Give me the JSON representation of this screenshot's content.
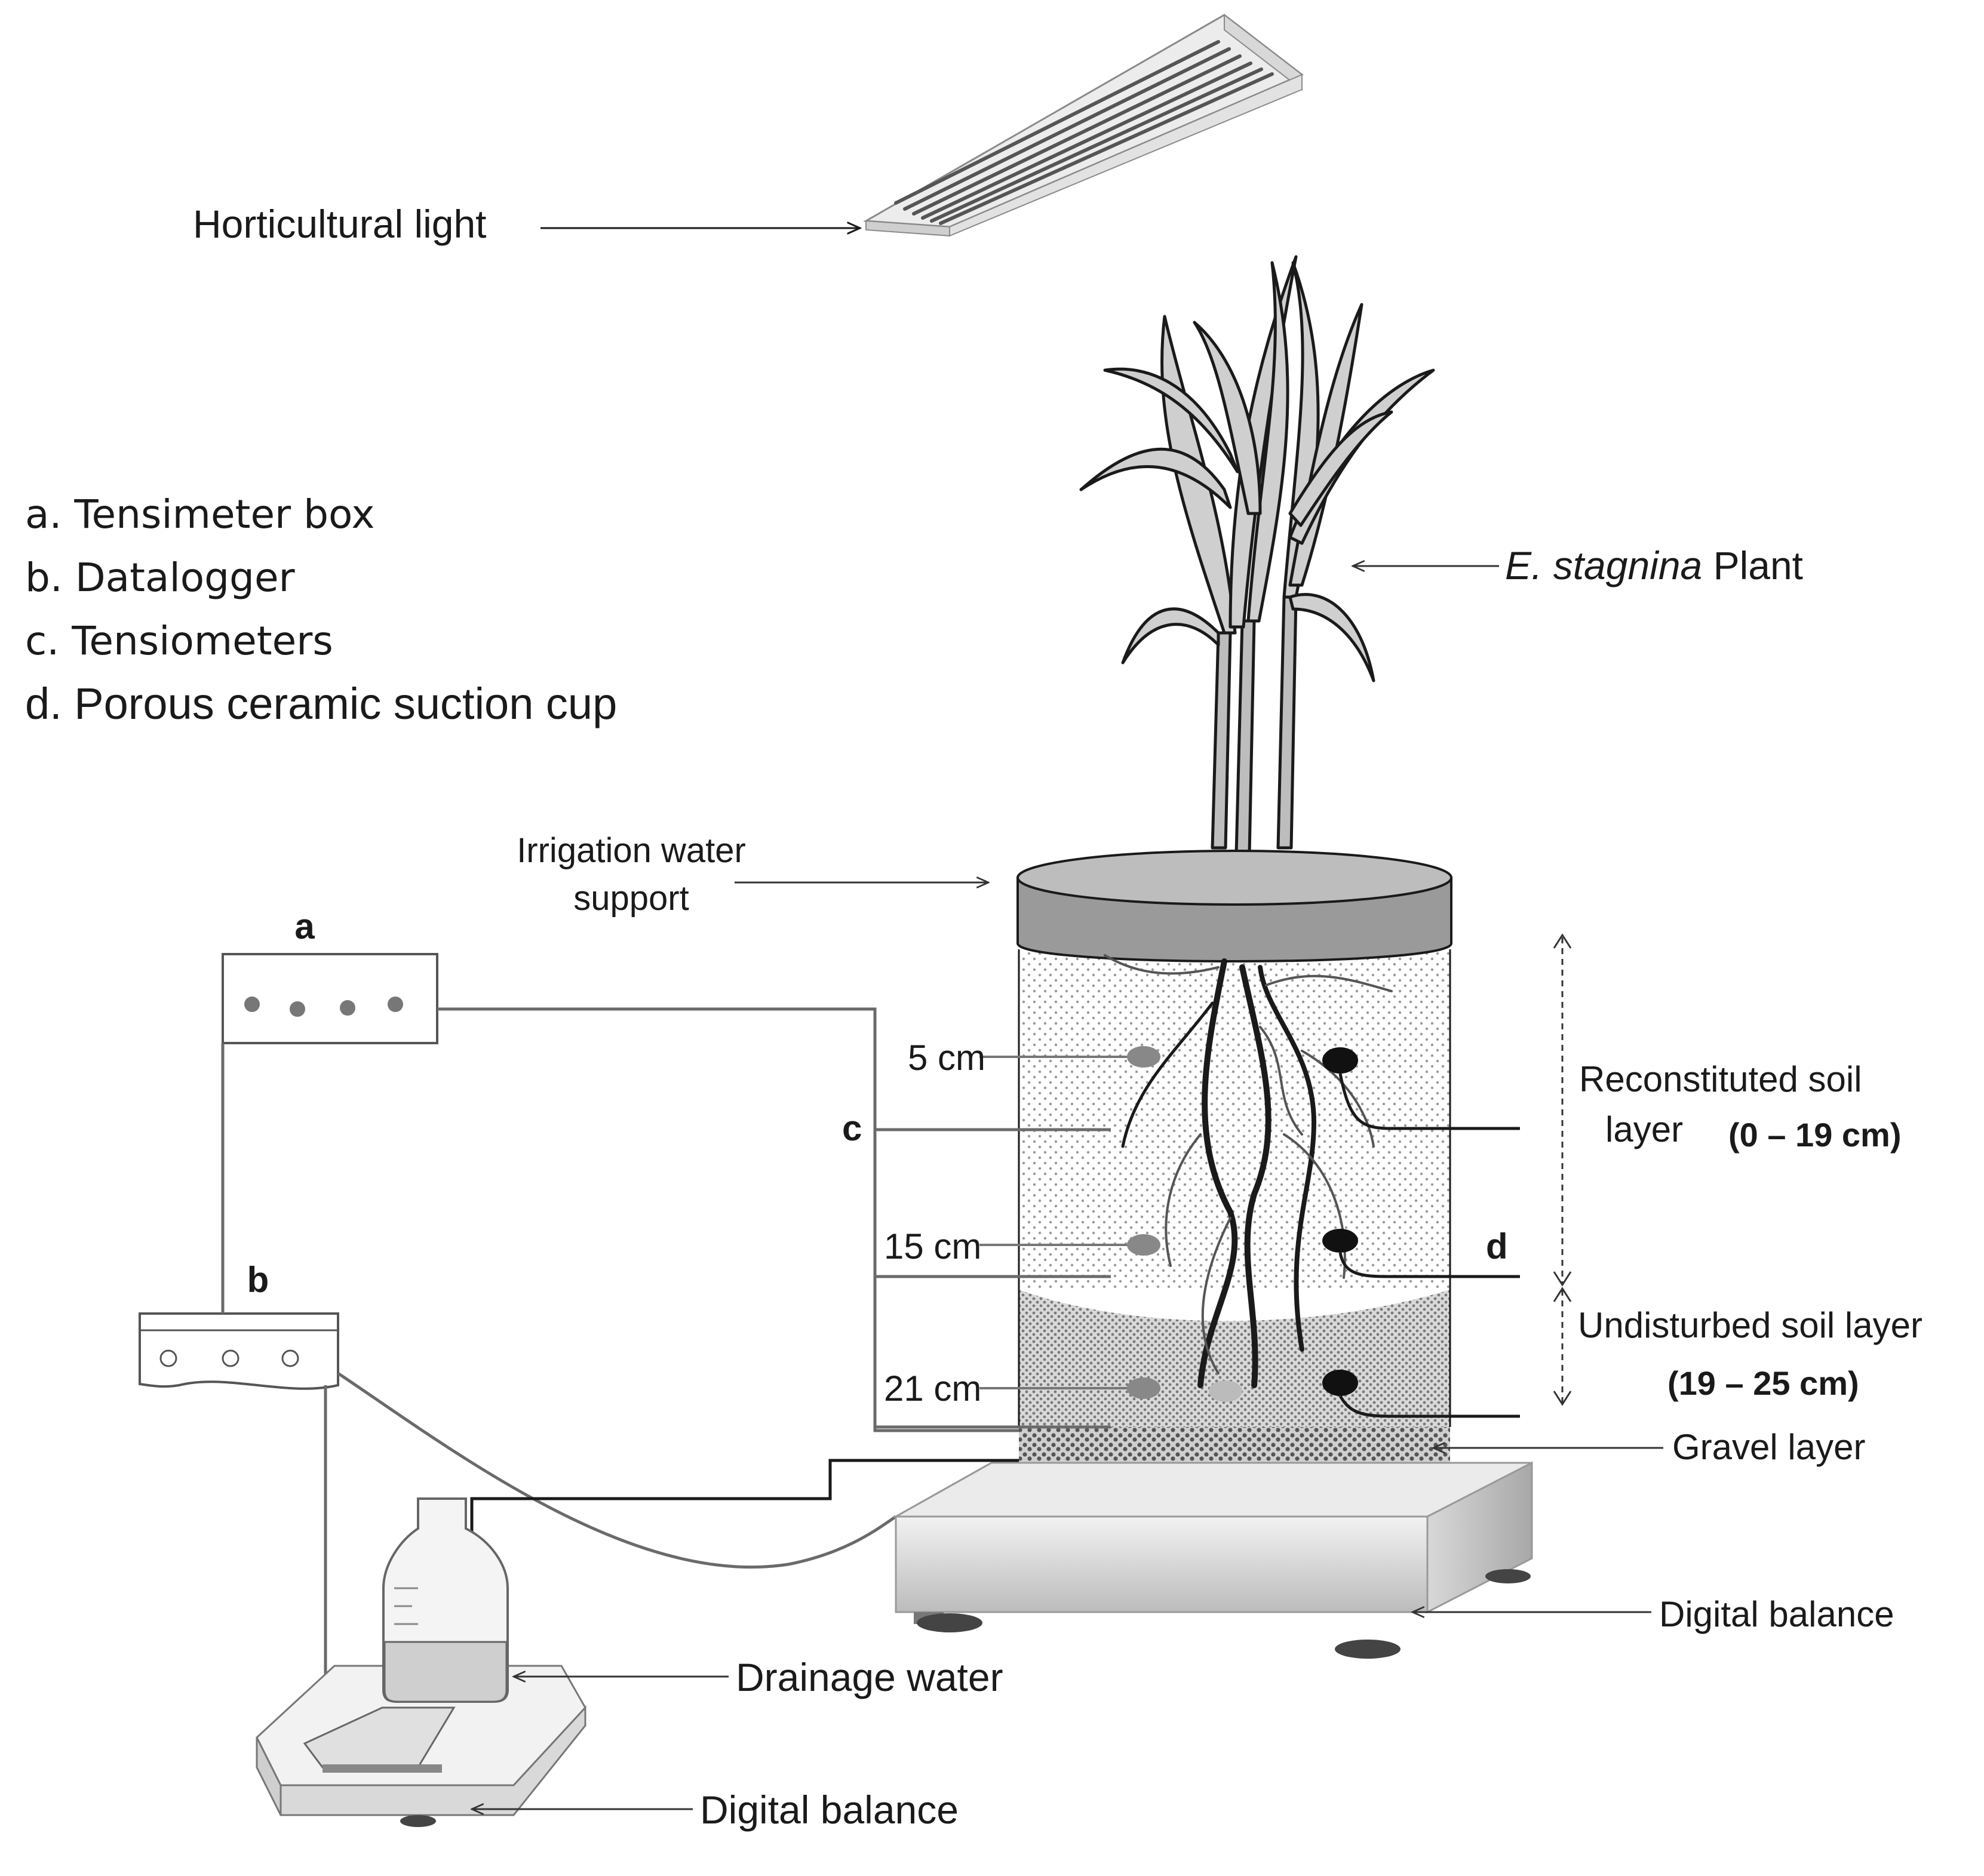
{
  "labels": {
    "horticultural_light": "Horticultural light",
    "plant_species": "E. stagnina",
    "plant_suffix": " Plant",
    "irrigation_line1": "Irrigation water",
    "irrigation_line2": "support",
    "reconstituted_line1": "Reconstituted soil",
    "reconstituted_line2": "layer",
    "reconstituted_range": "(0 – 19 cm)",
    "undisturbed_line1": "Undisturbed soil layer",
    "undisturbed_range": "(19 – 25 cm)",
    "gravel": "Gravel layer",
    "digital_balance_right": "Digital balance",
    "drainage_water": "Drainage water",
    "digital_balance_bottom": "Digital balance"
  },
  "legend": [
    "a. Tensimeter box",
    "b. Datalogger",
    "c. Tensiometers",
    "d. Porous ceramic suction cup"
  ],
  "depths": [
    "5 cm",
    "15 cm",
    "21 cm"
  ],
  "letters": {
    "a": "a",
    "b": "b",
    "c": "c",
    "d": "d"
  }
}
